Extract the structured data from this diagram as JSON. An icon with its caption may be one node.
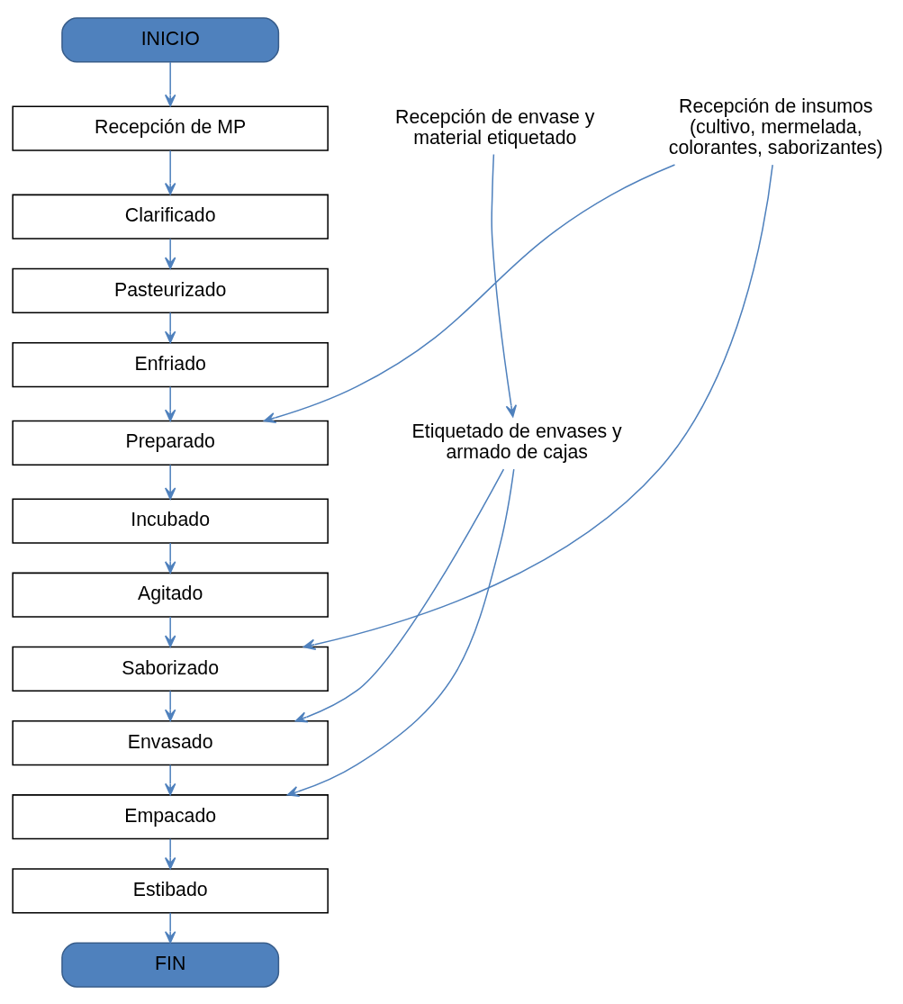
{
  "diagram": {
    "nodes": [
      {
        "text": [
          "INICIO"
        ]
      },
      {
        "text": [
          "Recepción de MP"
        ]
      },
      {
        "text": [
          "Clarificado"
        ]
      },
      {
        "text": [
          "Pasteurizado"
        ]
      },
      {
        "text": [
          "Enfriado"
        ]
      },
      {
        "text": [
          "Preparado"
        ]
      },
      {
        "text": [
          "Incubado"
        ]
      },
      {
        "text": [
          "Agitado"
        ]
      },
      {
        "text": [
          "Saborizado"
        ]
      },
      {
        "text": [
          "Envasado"
        ]
      },
      {
        "text": [
          "Empacado"
        ]
      },
      {
        "text": [
          "Estibado"
        ]
      },
      {
        "text": [
          "FIN"
        ]
      },
      {
        "text": [
          "Recepción de envase y material etiquetado"
        ]
      },
      {
        "text": [
          "Etiquetado de envases y armado de cajas"
        ]
      },
      {
        "text": [
          "Recepción de insumos (cultivo, mermelada, colorantes, saborizantes)"
        ]
      }
    ],
    "edges": [
      {
        "from": 0,
        "to": 1,
        "arrow": "to"
      },
      {
        "from": 1,
        "to": 2,
        "arrow": "to"
      },
      {
        "from": 2,
        "to": 3,
        "arrow": "to"
      },
      {
        "from": 3,
        "to": 4,
        "arrow": "to"
      },
      {
        "from": 4,
        "to": 5,
        "arrow": "to"
      },
      {
        "from": 5,
        "to": 6,
        "arrow": "to"
      },
      {
        "from": 6,
        "to": 7,
        "arrow": "to"
      },
      {
        "from": 7,
        "to": 8,
        "arrow": "to"
      },
      {
        "from": 8,
        "to": 9,
        "arrow": "to"
      },
      {
        "from": 9,
        "to": 10,
        "arrow": "to"
      },
      {
        "from": 10,
        "to": 11,
        "arrow": "to"
      },
      {
        "from": 11,
        "to": 12,
        "arrow": "to"
      },
      {
        "from": 13,
        "to": 14,
        "arrow": "to"
      },
      {
        "from": 14,
        "to": 9,
        "arrow": "to"
      },
      {
        "from": 14,
        "to": 10,
        "arrow": "to"
      },
      {
        "from": 15,
        "to": 5,
        "arrow": "to"
      },
      {
        "from": 15,
        "to": 8,
        "arrow": "to"
      }
    ]
  }
}
